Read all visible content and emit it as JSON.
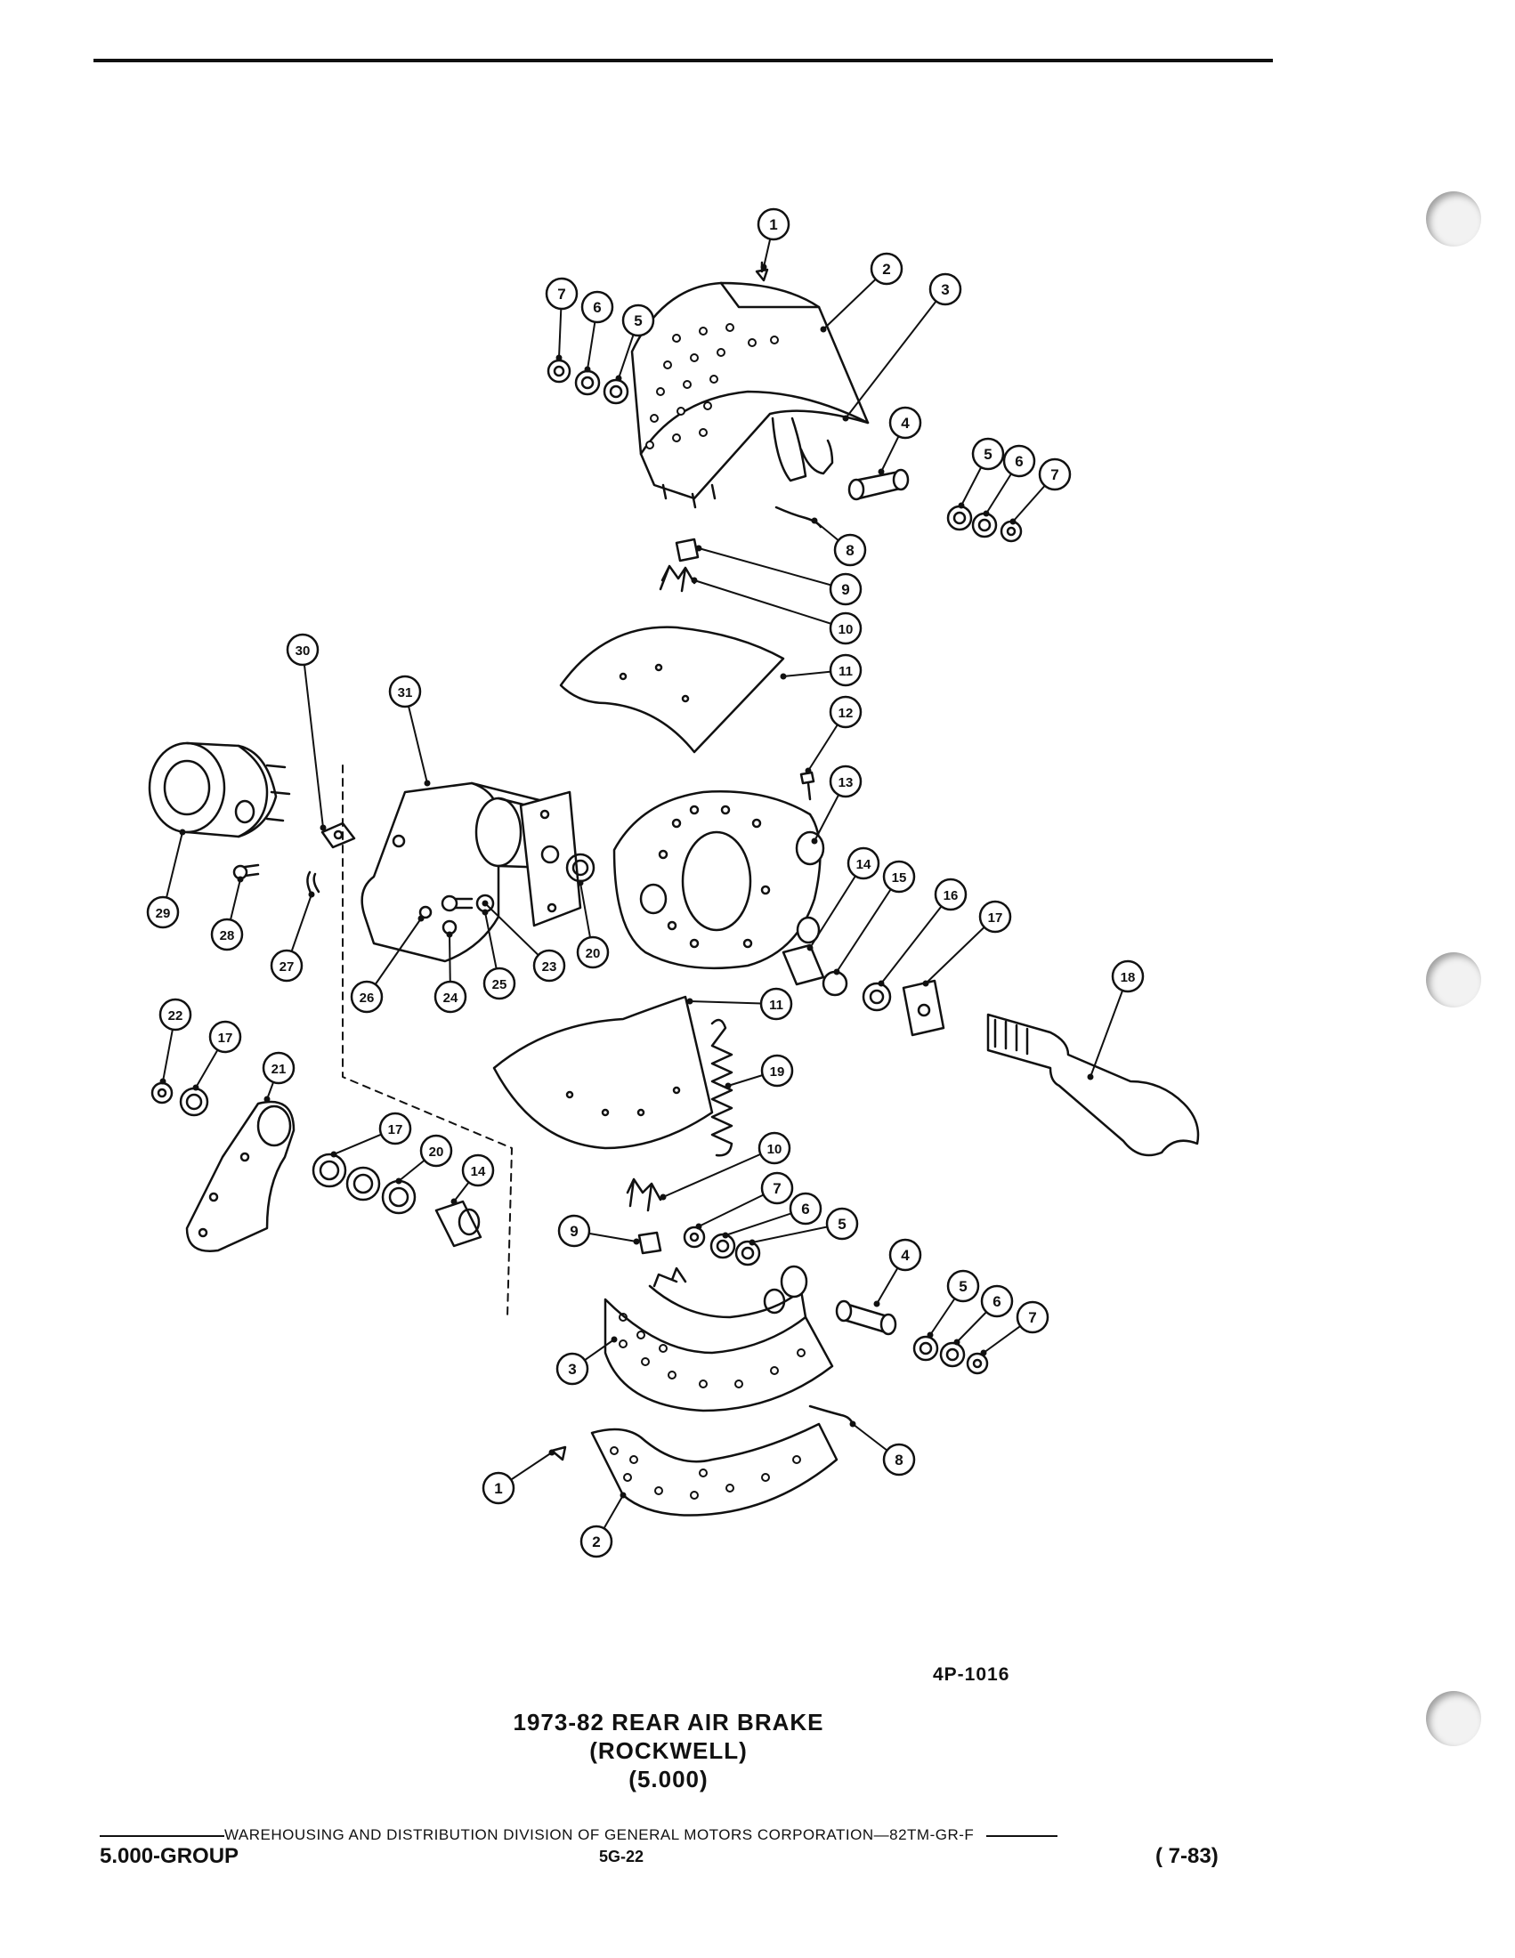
{
  "figure_id": "4P-1016",
  "title_lines": [
    "1973-82 REAR AIR BRAKE",
    "(ROCKWELL)",
    "(5.000)"
  ],
  "footer": {
    "distribution_line": "WAREHOUSING AND DISTRIBUTION  DIVISION OF GENERAL MOTORS CORPORATION—82TM-GR-F",
    "group": "5.000-GROUP",
    "page": "5G-22",
    "revision": "( 7-83)"
  },
  "callouts": [
    "1",
    "2",
    "3",
    "4",
    "5",
    "6",
    "7",
    "8",
    "9",
    "10",
    "11",
    "12",
    "13",
    "14",
    "15",
    "16",
    "17",
    "18",
    "19",
    "20",
    "21",
    "22",
    "23",
    "24",
    "25",
    "26",
    "27",
    "28",
    "29",
    "30",
    "31"
  ],
  "colors": {
    "ink": "#111111",
    "paper": "#ffffff",
    "punch_hole": "#f2f2f2"
  },
  "icons": [
    "punch-hole-icon"
  ]
}
